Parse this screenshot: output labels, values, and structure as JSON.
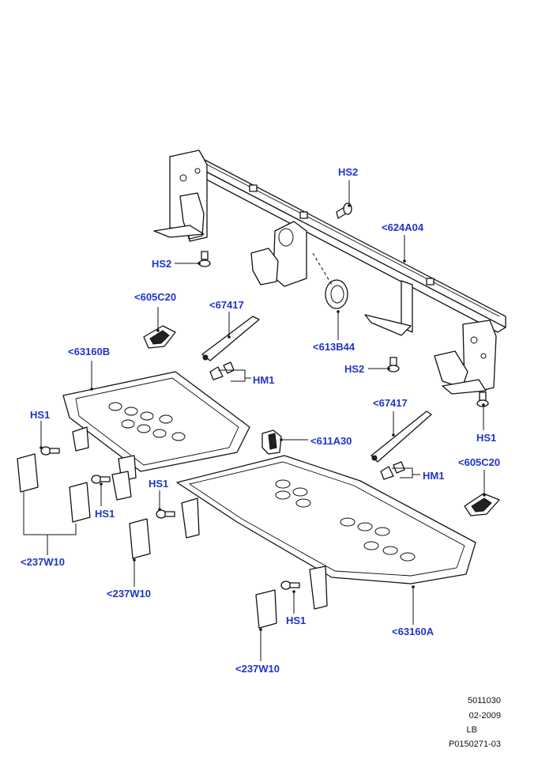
{
  "callouts": {
    "hs2_top": "HS2",
    "hs2_left": "HS2",
    "hs2_right": "HS2",
    "p624A04": "<624A04",
    "p605C20_left": "<605C20",
    "p605C20_right": "<605C20",
    "p67417_left": "<67417",
    "p67417_right": "<67417",
    "p613B44": "<613B44",
    "hm1_left": "HM1",
    "hm1_right": "HM1",
    "p63160B": "<63160B",
    "p63160A": "<63160A",
    "hs1_a": "HS1",
    "hs1_b": "HS1",
    "hs1_c": "HS1",
    "hs1_d": "HS1",
    "hs1_e": "HS1",
    "p611A30": "<611A30",
    "p237W10_a": "<237W10",
    "p237W10_b": "<237W10",
    "p237W10_c": "<237W10"
  },
  "reference": {
    "line1": "5011030",
    "line2": "02-2009",
    "line3": "LB",
    "line4": "P0150271-03"
  },
  "colors": {
    "callout": "#1f35c8",
    "linework": "#111111",
    "background": "#ffffff"
  }
}
